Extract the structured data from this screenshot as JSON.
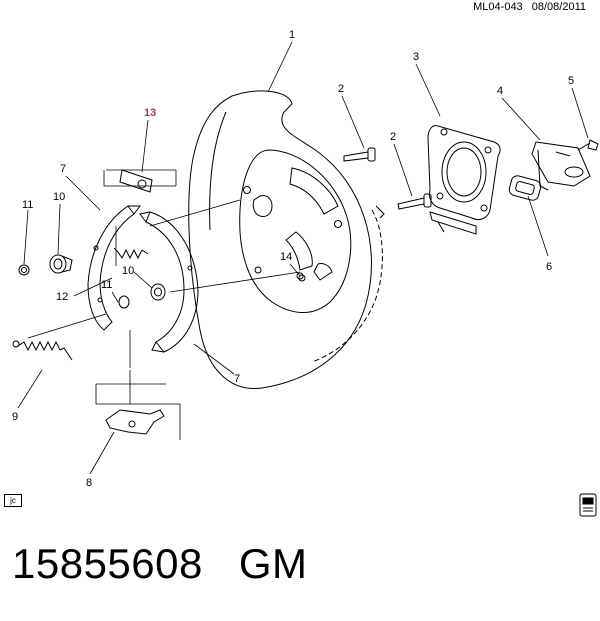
{
  "header": {
    "code": "ML04-043",
    "date": "08/08/2011"
  },
  "footer": {
    "part_number": "15855608",
    "brand": "GM"
  },
  "corner_tag": "jc",
  "highlight_color": "#b03050",
  "callouts": {
    "c1": "1",
    "c2a": "2",
    "c2b": "2",
    "c3": "3",
    "c4": "4",
    "c5": "5",
    "c6": "6",
    "c7a": "7",
    "c7b": "7",
    "c8": "8",
    "c9": "9",
    "c10a": "10",
    "c10b": "10",
    "c11a": "11",
    "c11b": "11",
    "c12": "12",
    "c13": "13",
    "c14": "14"
  },
  "icons": {
    "bottom_right": "device-icon"
  }
}
